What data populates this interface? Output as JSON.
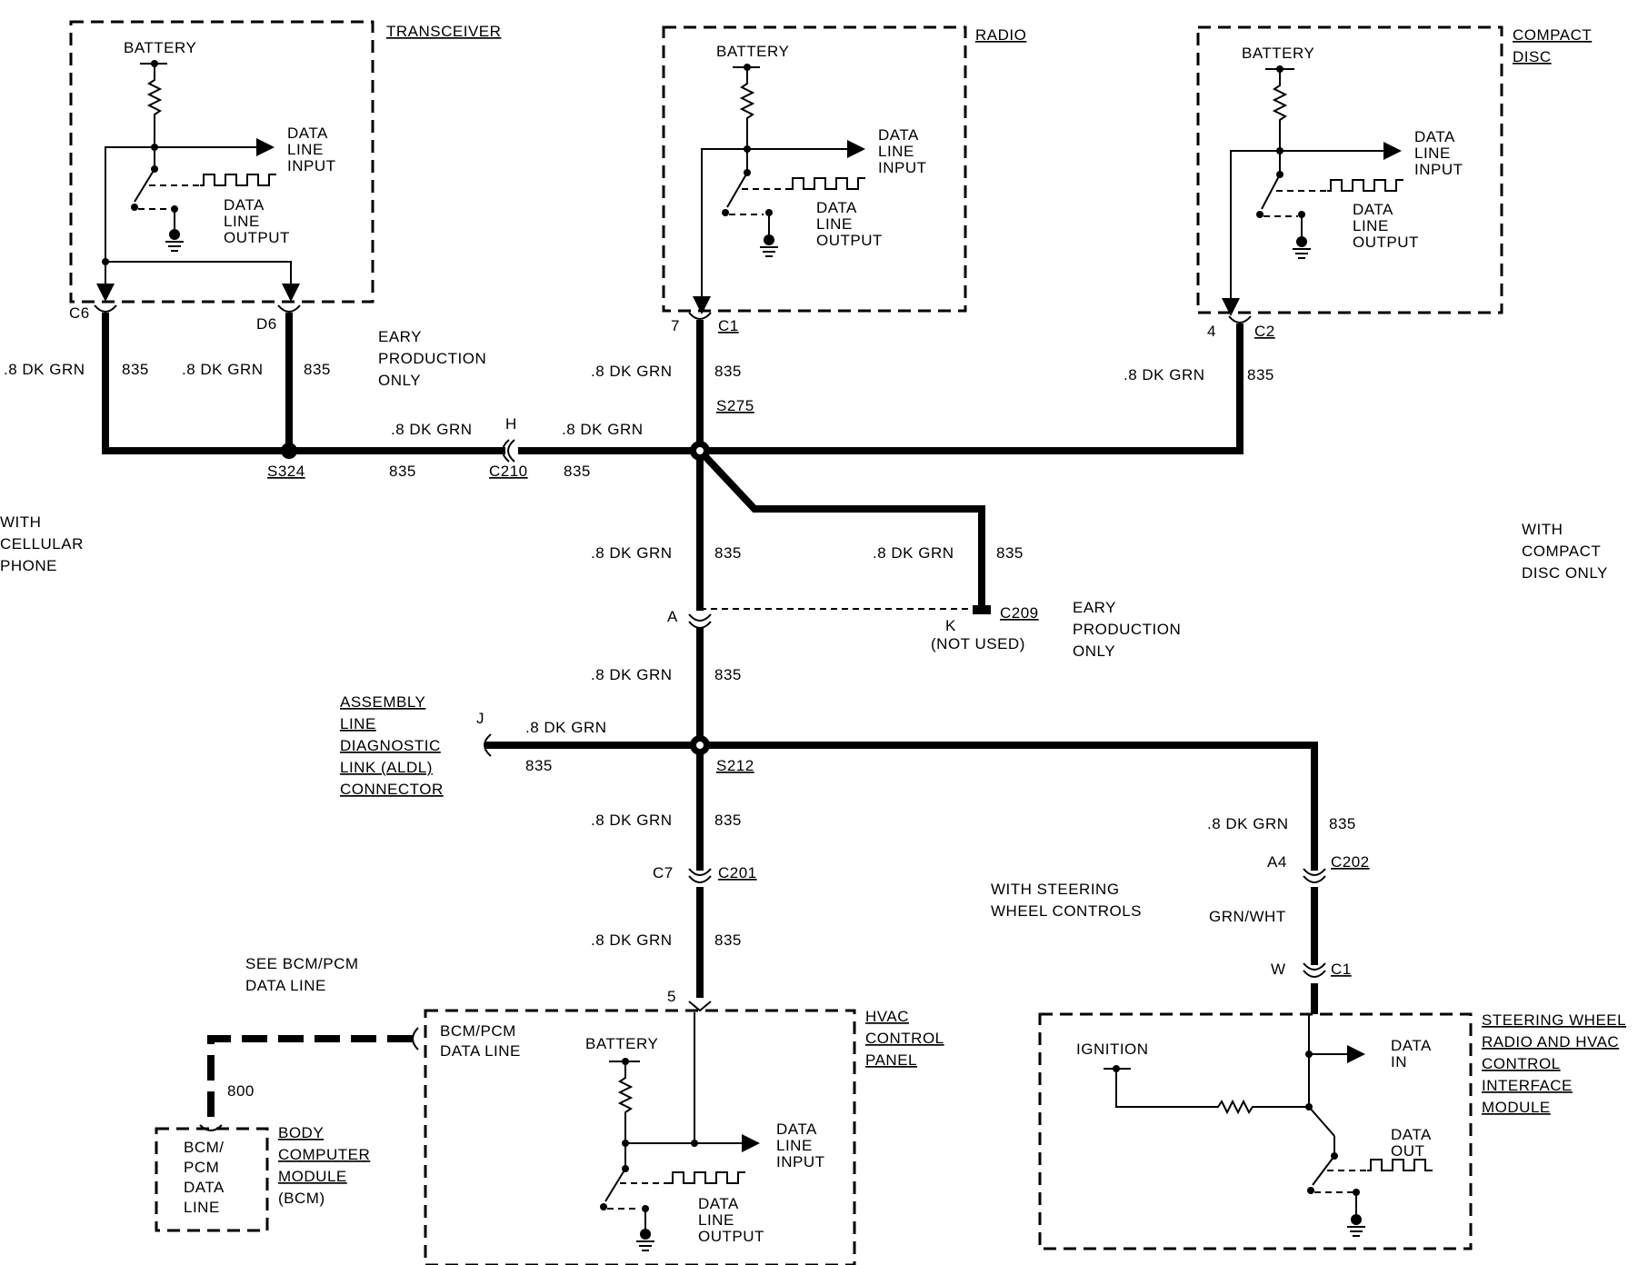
{
  "modules": {
    "transceiver": {
      "title": "TRANSCEIVER",
      "battery": "BATTERY",
      "input": [
        "DATA",
        "LINE",
        "INPUT"
      ],
      "output": [
        "DATA",
        "LINE",
        "OUTPUT"
      ]
    },
    "radio": {
      "title": "RADIO",
      "battery": "BATTERY",
      "input": [
        "DATA",
        "LINE",
        "INPUT"
      ],
      "output": [
        "DATA",
        "LINE",
        "OUTPUT"
      ]
    },
    "compact_disc": {
      "title": [
        "COMPACT",
        "DISC"
      ],
      "battery": "BATTERY",
      "input": [
        "DATA",
        "LINE",
        "INPUT"
      ],
      "output": [
        "DATA",
        "LINE",
        "OUTPUT"
      ]
    },
    "hvac": {
      "title": [
        "HVAC",
        "CONTROL",
        "PANEL"
      ],
      "battery": "BATTERY",
      "input": [
        "DATA",
        "LINE",
        "INPUT"
      ],
      "output": [
        "DATA",
        "LINE",
        "OUTPUT"
      ],
      "bcm_line": [
        "BCM/PCM",
        "DATA LINE"
      ]
    },
    "steering": {
      "title": [
        "STEERING WHEEL",
        "RADIO AND HVAC",
        "CONTROL",
        "INTERFACE",
        "MODULE"
      ],
      "ignition": "IGNITION",
      "data_in": [
        "DATA",
        "IN"
      ],
      "data_out": [
        "DATA",
        "OUT"
      ]
    },
    "bcm": {
      "title": [
        "BODY",
        "COMPUTER",
        "MODULE",
        "(BCM)"
      ],
      "inner": [
        "BCM/",
        "PCM",
        "DATA",
        "LINE"
      ]
    }
  },
  "wire": {
    "color": ".8 DK GRN",
    "circuit": "835",
    "bcm_circuit": "800",
    "grn_wht": "GRN/WHT"
  },
  "pins": {
    "c6": "C6",
    "d6": "D6",
    "seven": "7",
    "c1": "C1",
    "four": "4",
    "c2": "C2",
    "h": "H",
    "a": "A",
    "k": "K",
    "not_used": "(NOT USED)",
    "j": "J",
    "c7": "C7",
    "five": "5",
    "a4": "A4",
    "w": "W"
  },
  "connectors": {
    "c210": "C210",
    "c209": "C209",
    "c201": "C201",
    "c202": "C202",
    "c1_steer": "C1"
  },
  "splices": {
    "s324": "S324",
    "s275": "S275",
    "s212": "S212"
  },
  "notes": {
    "early1": [
      "EARY",
      "PRODUCTION",
      "ONLY"
    ],
    "early2": [
      "EARY",
      "PRODUCTION",
      "ONLY"
    ],
    "cellular": [
      "WITH",
      "CELLULAR",
      "PHONE"
    ],
    "cd_only": [
      "WITH",
      "COMPACT",
      "DISC ONLY"
    ],
    "aldl": [
      "ASSEMBLY",
      "LINE",
      "DIAGNOSTIC",
      "LINK (ALDL)",
      "CONNECTOR"
    ],
    "see_bcm": [
      "SEE BCM/PCM",
      "DATA LINE"
    ],
    "steer_ctrl": [
      "WITH STEERING",
      "WHEEL CONTROLS"
    ]
  }
}
